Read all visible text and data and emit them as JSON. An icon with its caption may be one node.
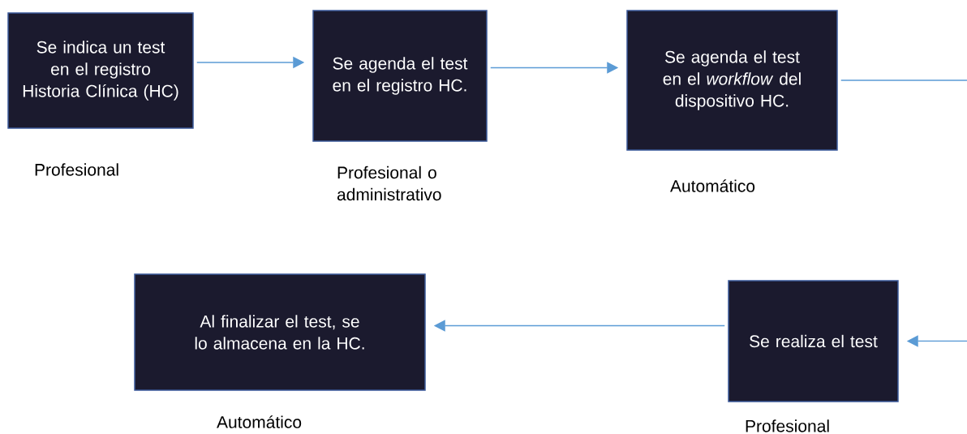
{
  "diagram": {
    "nodes": [
      {
        "text": [
          "Se indica un test en el registro Historia Clínica (HC)"
        ],
        "beside": [
          "Profesional"
        ]
      },
      {
        "text": [
          "Se agenda el test en el registro HC."
        ],
        "beside": [
          "Profesional o administrativo"
        ]
      },
      {
        "text": [
          "Se agenda el test en el *workflow* del dispositivo HC."
        ],
        "beside": [
          "Automático"
        ]
      },
      {
        "text": [
          "Se realiza el test"
        ],
        "beside": [
          "Profesional"
        ]
      },
      {
        "text": [
          "Al finalizar el test, se lo almacena en la HC."
        ],
        "beside": [
          "Automático"
        ]
      }
    ],
    "edges": [
      {
        "from": 0,
        "to": 1,
        "arrow": "to"
      },
      {
        "from": 1,
        "to": 2,
        "arrow": "to"
      },
      {
        "from": 2,
        "to": 3,
        "arrow": "to"
      },
      {
        "from": 3,
        "to": 4,
        "arrow": "to"
      }
    ]
  }
}
